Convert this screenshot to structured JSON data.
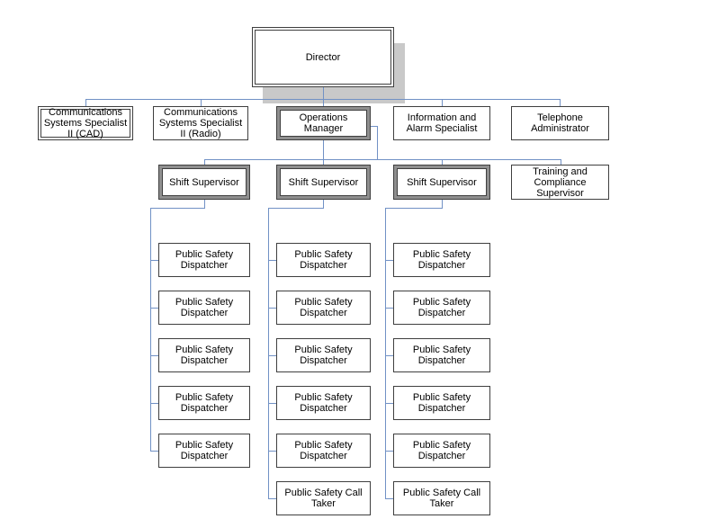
{
  "colors": {
    "connector": "#7191c5",
    "border": "#3f3f3f",
    "grayring": "#8f8f8f",
    "shadow": "#c9c9c9",
    "background": "#ffffff",
    "text": "#000000"
  },
  "chart": {
    "director": "Director",
    "level2": [
      "Communications Systems Specialist II (CAD)",
      "Communications Systems Specialist II (Radio)",
      "Operations Manager",
      "Information and Alarm Specialist",
      "Telephone Administrator"
    ],
    "level3": [
      "Shift Supervisor",
      "Shift Supervisor",
      "Shift Supervisor",
      "Training and Compliance Supervisor"
    ],
    "teams": [
      {
        "members": [
          "Public Safety Dispatcher",
          "Public Safety Dispatcher",
          "Public Safety Dispatcher",
          "Public Safety Dispatcher",
          "Public Safety Dispatcher"
        ]
      },
      {
        "members": [
          "Public Safety Dispatcher",
          "Public Safety Dispatcher",
          "Public Safety Dispatcher",
          "Public Safety Dispatcher",
          "Public Safety Dispatcher",
          "Public Safety Call Taker"
        ]
      },
      {
        "members": [
          "Public Safety Dispatcher",
          "Public Safety Dispatcher",
          "Public Safety Dispatcher",
          "Public Safety Dispatcher",
          "Public Safety Dispatcher",
          "Public Safety Call Taker"
        ]
      }
    ]
  }
}
